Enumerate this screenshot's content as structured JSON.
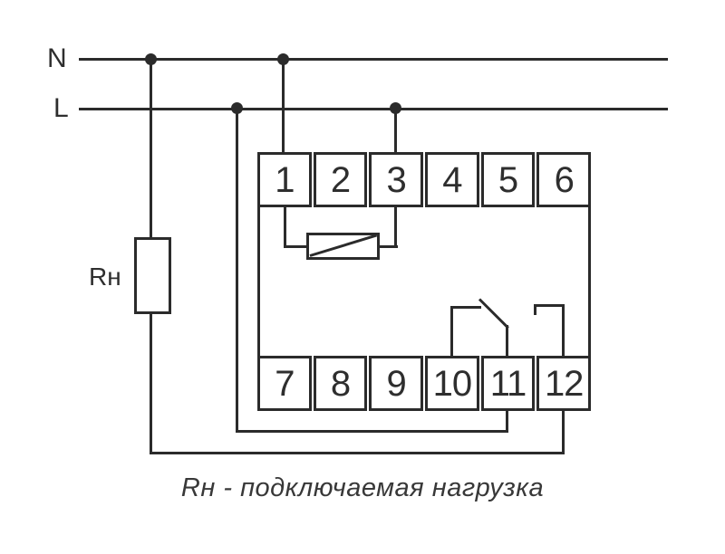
{
  "labels": {
    "neutral": "N",
    "line": "L",
    "load": "Rн"
  },
  "device": {
    "top_terminals": [
      "1",
      "2",
      "3",
      "4",
      "5",
      "6"
    ],
    "bottom_terminals": [
      "7",
      "8",
      "9",
      "10",
      "11",
      "12"
    ]
  },
  "caption": "Rн - подключаемая нагрузка",
  "colors": {
    "line": "#2b2b2b",
    "background": "#ffffff"
  }
}
